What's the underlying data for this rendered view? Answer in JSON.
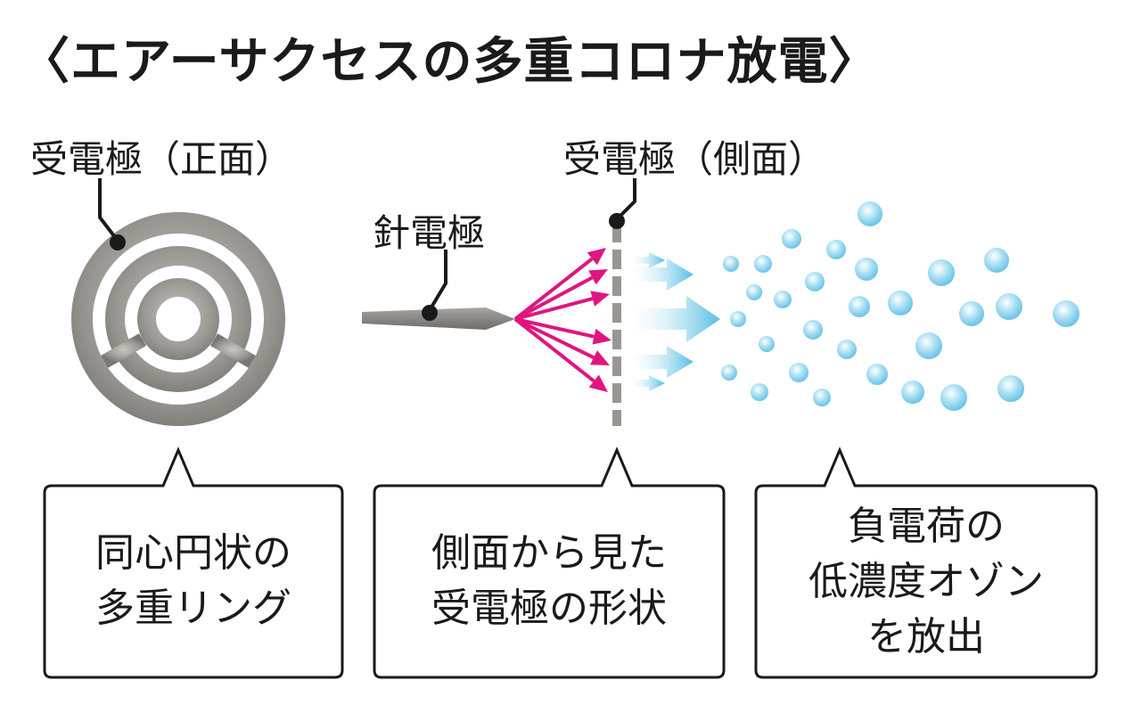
{
  "title": "〈エアーサクセスの多重コロナ放電〉",
  "labels": {
    "receiver_front": "受電極（正面）",
    "receiver_side": "受電極（側面）",
    "needle": "針電極"
  },
  "boxes": [
    {
      "line1": "同心円状の",
      "line2": "多重リング"
    },
    {
      "line1": "側面から見た",
      "line2": "受電極の形状"
    },
    {
      "line1": "負電荷の",
      "line2": "低濃度オゾン",
      "line3": "を放出"
    }
  ],
  "colors": {
    "ring": "#8e8a86",
    "needle": "#8b8885",
    "discharge_arrows": "#e0157f",
    "flow_arrows": "#5bbfe0",
    "ions": "#8fd3ee",
    "text": "#1a1a1a"
  },
  "icons": [
    "ring-electrode-icon",
    "needle-electrode-icon",
    "ion-bubble-icon"
  ]
}
